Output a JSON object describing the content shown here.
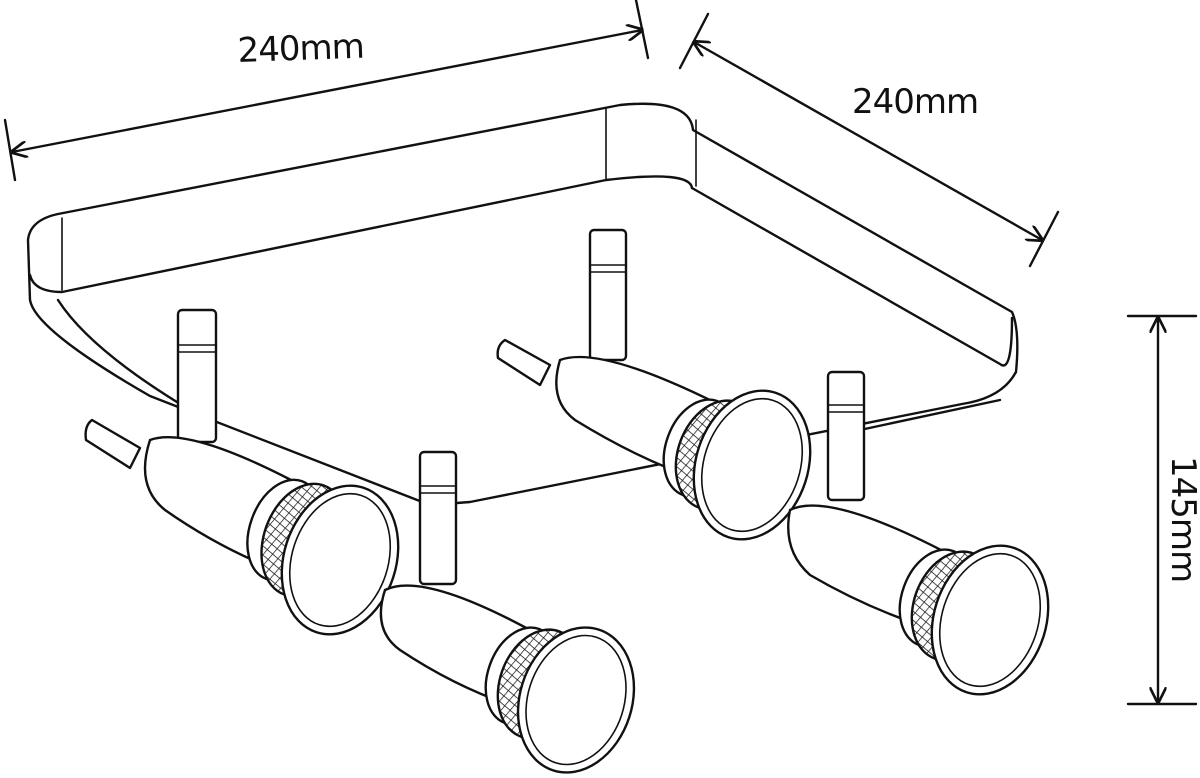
{
  "dimensions": {
    "width": "240mm",
    "depth": "240mm",
    "height": "145mm"
  },
  "colors": {
    "line": "#111111",
    "background": "#ffffff"
  },
  "spotlights": [
    {
      "name": "spotlight-front-left"
    },
    {
      "name": "spotlight-front-center"
    },
    {
      "name": "spotlight-back-center"
    },
    {
      "name": "spotlight-front-right"
    }
  ]
}
